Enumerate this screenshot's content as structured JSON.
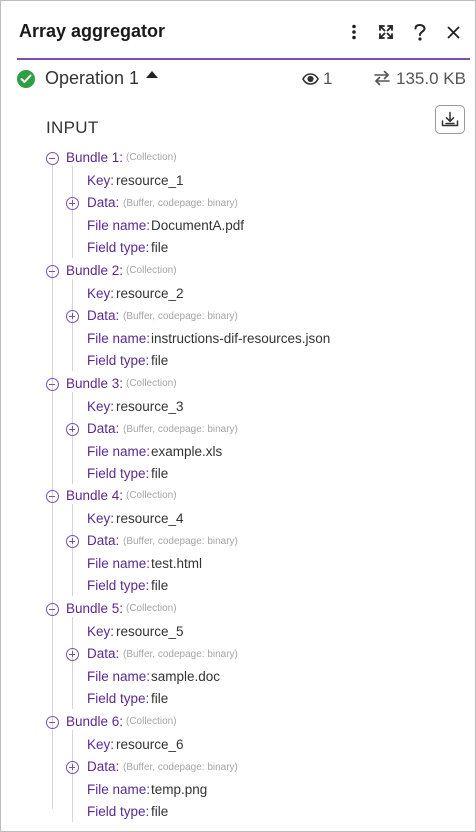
{
  "window": {
    "title": "Array aggregator",
    "accent_color": "#7a4fb0",
    "icons": [
      "more-vertical-icon",
      "expand-icon",
      "help-icon",
      "close-icon"
    ]
  },
  "operation": {
    "label": "Operation 1",
    "status_color": "#2ea043",
    "count": "1",
    "size": "135.0 KB"
  },
  "input": {
    "title": "INPUT",
    "bundles": [
      {
        "label": "Bundle 1:",
        "type": "(Collection)",
        "key_label": "Key:",
        "key": "resource_1",
        "data_label": "Data:",
        "data_type": "(Buffer, codepage: binary)",
        "file_name_label": "File name:",
        "file_name": "DocumentA.pdf",
        "field_type_label": "Field type:",
        "field_type": "file"
      },
      {
        "label": "Bundle 2:",
        "type": "(Collection)",
        "key_label": "Key:",
        "key": "resource_2",
        "data_label": "Data:",
        "data_type": "(Buffer, codepage: binary)",
        "file_name_label": "File name:",
        "file_name": "instructions-dif-resources.json",
        "field_type_label": "Field type:",
        "field_type": "file"
      },
      {
        "label": "Bundle 3:",
        "type": "(Collection)",
        "key_label": "Key:",
        "key": "resource_3",
        "data_label": "Data:",
        "data_type": "(Buffer, codepage: binary)",
        "file_name_label": "File name:",
        "file_name": "example.xls",
        "field_type_label": "Field type:",
        "field_type": "file"
      },
      {
        "label": "Bundle 4:",
        "type": "(Collection)",
        "key_label": "Key:",
        "key": "resource_4",
        "data_label": "Data:",
        "data_type": "(Buffer, codepage: binary)",
        "file_name_label": "File name:",
        "file_name": "test.html",
        "field_type_label": "Field type:",
        "field_type": "file"
      },
      {
        "label": "Bundle 5:",
        "type": "(Collection)",
        "key_label": "Key:",
        "key": "resource_5",
        "data_label": "Data:",
        "data_type": "(Buffer, codepage: binary)",
        "file_name_label": "File name:",
        "file_name": "sample.doc",
        "field_type_label": "Field type:",
        "field_type": "file"
      },
      {
        "label": "Bundle 6:",
        "type": "(Collection)",
        "key_label": "Key:",
        "key": "resource_6",
        "data_label": "Data:",
        "data_type": "(Buffer, codepage: binary)",
        "file_name_label": "File name:",
        "file_name": "temp.png",
        "field_type_label": "Field type:",
        "field_type": "file"
      }
    ]
  }
}
